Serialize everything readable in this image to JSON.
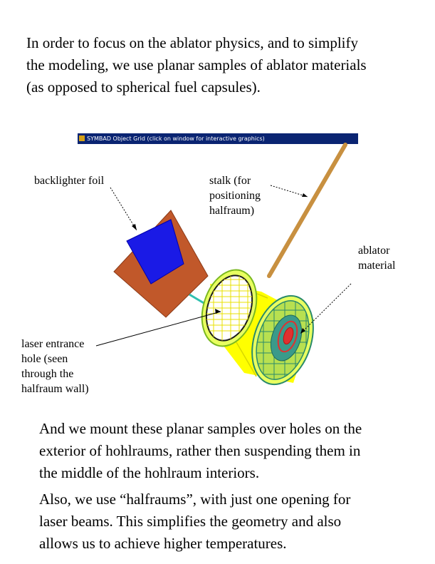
{
  "text": {
    "intro_lines": [
      "In order to focus on the ablator physics, and to simplify",
      "the modeling, we use planar samples of ablator materials",
      "(as opposed to spherical fuel capsules)."
    ],
    "mount_lines": [
      "And we mount these planar samples over holes on the",
      "exterior of hohlraums, rather then suspending them in",
      "the middle of the hohlraum interiors."
    ],
    "halfraum_lines": [
      "Also, we use “halfraums”, with just one opening for",
      "laser beams.  This simplifies the geometry and also",
      "allows us to achieve higher temperatures."
    ]
  },
  "window": {
    "title": "SYMBAD Object Grid  (click on window for interactive graphics)",
    "icon": "app-icon"
  },
  "labels": {
    "backlighter": [
      "backlighter foil"
    ],
    "stalk": [
      "stalk (for",
      "positioning",
      "halfraum)"
    ],
    "ablator": [
      "ablator",
      "material"
    ],
    "leh": [
      "laser entrance",
      "hole (seen",
      "through the",
      "halfraum wall)"
    ]
  },
  "colors": {
    "backlighter_back": "#c1582a",
    "backlighter_front": "#1a1ae6",
    "halfraum_body": "#ffff00",
    "halfraum_mesh": "#6aaa1a",
    "ablator_mesh": "#2a8a6a",
    "ablator_core": "#e03030",
    "stalk": "#c89040",
    "connector": "#30c0b0",
    "titlebar": "#0a2472"
  }
}
